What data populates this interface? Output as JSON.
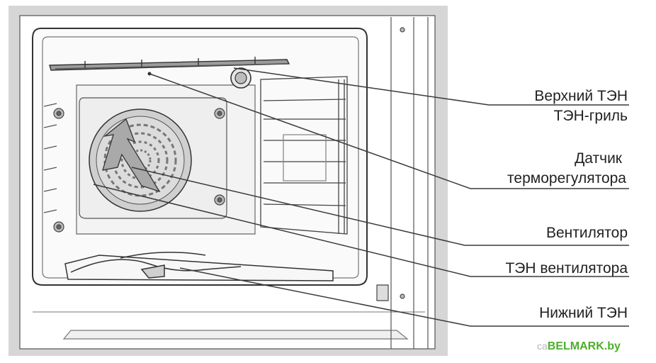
{
  "labels": {
    "top_heater_line1": "Верхний ТЭН",
    "top_heater_line2": "ТЭН-гриль",
    "sensor_line1": "Датчик",
    "sensor_line2": "терморегулятора",
    "fan": "Вентилятор",
    "fan_heater": "ТЭН вентилятора",
    "bottom_heater": "Нижний ТЭН"
  },
  "watermark": {
    "prefix": "ca",
    "brand": "BELMARK.by"
  },
  "colors": {
    "line": "#3a3a3a",
    "frame": "#d3d3d3",
    "panel": "#f2f2f2",
    "fan_fill": "#c8c8c8",
    "watermark_green": "#4caf2a"
  }
}
